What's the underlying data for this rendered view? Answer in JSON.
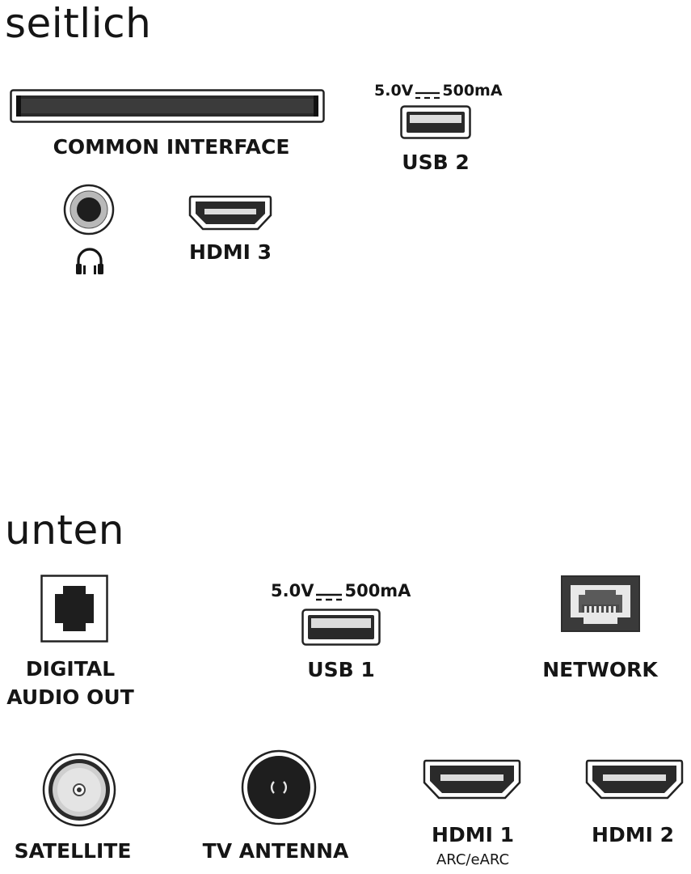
{
  "sections": {
    "side": {
      "heading": "seitlich"
    },
    "bottom": {
      "heading": "unten"
    }
  },
  "ports": {
    "common_interface": {
      "label": "COMMON INTERFACE"
    },
    "usb2": {
      "voltage": "5.0V",
      "current": "500mA",
      "label": "USB 2"
    },
    "headphone": {
      "icon": "headphones-icon"
    },
    "hdmi3": {
      "label": "HDMI 3"
    },
    "digital_audio_out": {
      "label_line1": "DIGITAL",
      "label_line2": "AUDIO OUT"
    },
    "usb1": {
      "voltage": "5.0V",
      "current": "500mA",
      "label": "USB 1"
    },
    "network": {
      "label": "NETWORK"
    },
    "satellite": {
      "label": "SATELLITE"
    },
    "tv_antenna": {
      "label": "TV ANTENNA"
    },
    "hdmi1": {
      "label": "HDMI 1",
      "sublabel": "ARC/eARC"
    },
    "hdmi2": {
      "label": "HDMI 2"
    }
  }
}
